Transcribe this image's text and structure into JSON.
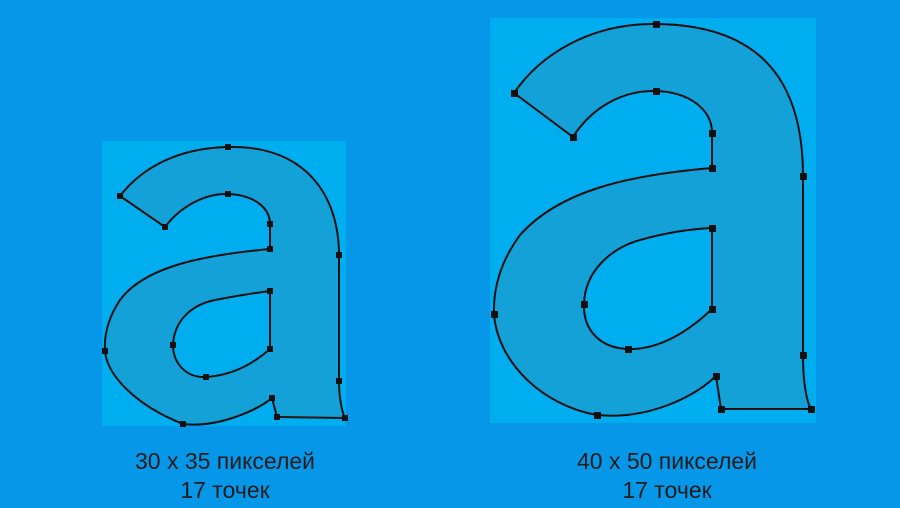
{
  "colors": {
    "page_background": "#0797e8",
    "panel_background": "#00aef0",
    "glyph_fill": "#13a1d8",
    "outline": "#111111"
  },
  "glyph_small": {
    "glyph": "a",
    "caption_size": "30 x 35 пикселей",
    "caption_points": "17 точек"
  },
  "glyph_large": {
    "glyph": "a",
    "caption_size": "40 x 50 пикселей",
    "caption_points": "17 точек"
  }
}
